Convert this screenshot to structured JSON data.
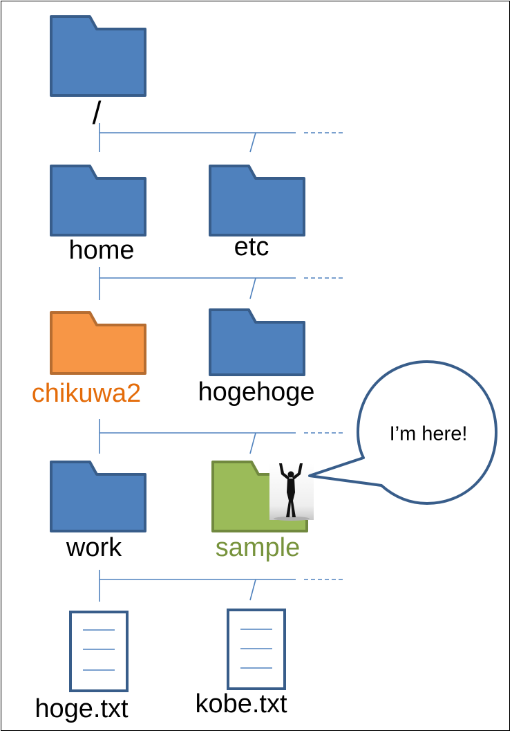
{
  "colors": {
    "folder_default": "#4f81bd",
    "folder_default_border": "#385d8a",
    "folder_current_path": "#f79646",
    "folder_current_path_border": "#b66d31",
    "folder_here": "#9bbb59",
    "folder_here_border": "#71893f",
    "connector_line": "#4f81bd",
    "file_border": "#385d8a",
    "label_current_path": "#e46c0a",
    "label_here": "#77933c"
  },
  "tree": {
    "root": {
      "label": "/",
      "icon": "folder-icon"
    },
    "level1": [
      {
        "label": "home",
        "icon": "folder-icon"
      },
      {
        "label": "etc",
        "icon": "folder-icon"
      }
    ],
    "level2": [
      {
        "label": "chikuwa2",
        "icon": "folder-icon",
        "state": "current-path"
      },
      {
        "label": "hogehoge",
        "icon": "folder-icon"
      }
    ],
    "level3": [
      {
        "label": "work",
        "icon": "folder-icon"
      },
      {
        "label": "sample",
        "icon": "folder-icon",
        "state": "here"
      }
    ],
    "level4": [
      {
        "label": "hoge.txt",
        "icon": "text-file-icon"
      },
      {
        "label": "kobe.txt",
        "icon": "text-file-icon"
      }
    ]
  },
  "callout": {
    "text": "I’m here!",
    "icon": "person-arms-raised-icon"
  }
}
